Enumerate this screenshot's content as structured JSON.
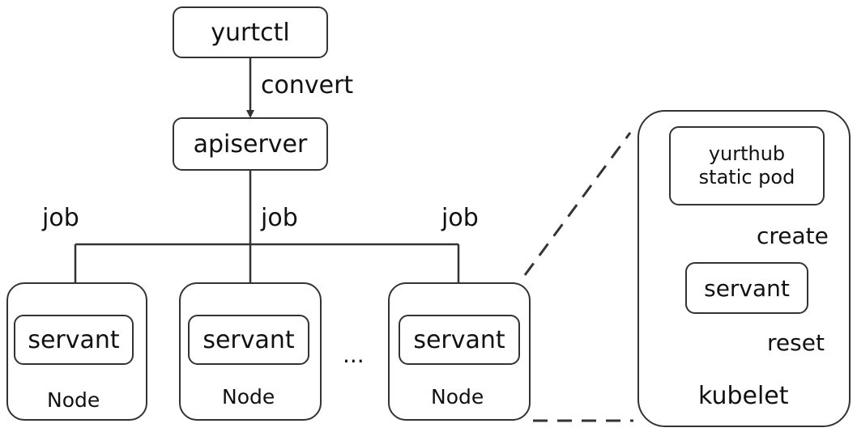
{
  "diagram": {
    "top": {
      "yurtctl": "yurtctl",
      "convert_label": "convert",
      "apiserver": "apiserver"
    },
    "job_labels": [
      "job",
      "job",
      "job"
    ],
    "nodes": [
      {
        "servant": "servant",
        "label": "Node"
      },
      {
        "servant": "servant",
        "label": "Node"
      },
      {
        "servant": "servant",
        "label": "Node"
      }
    ],
    "ellipsis": "...",
    "detail": {
      "yurthub": "yurthub\nstatic pod",
      "create_label": "create",
      "servant": "servant",
      "reset_label": "reset",
      "kubelet": "kubelet"
    }
  }
}
